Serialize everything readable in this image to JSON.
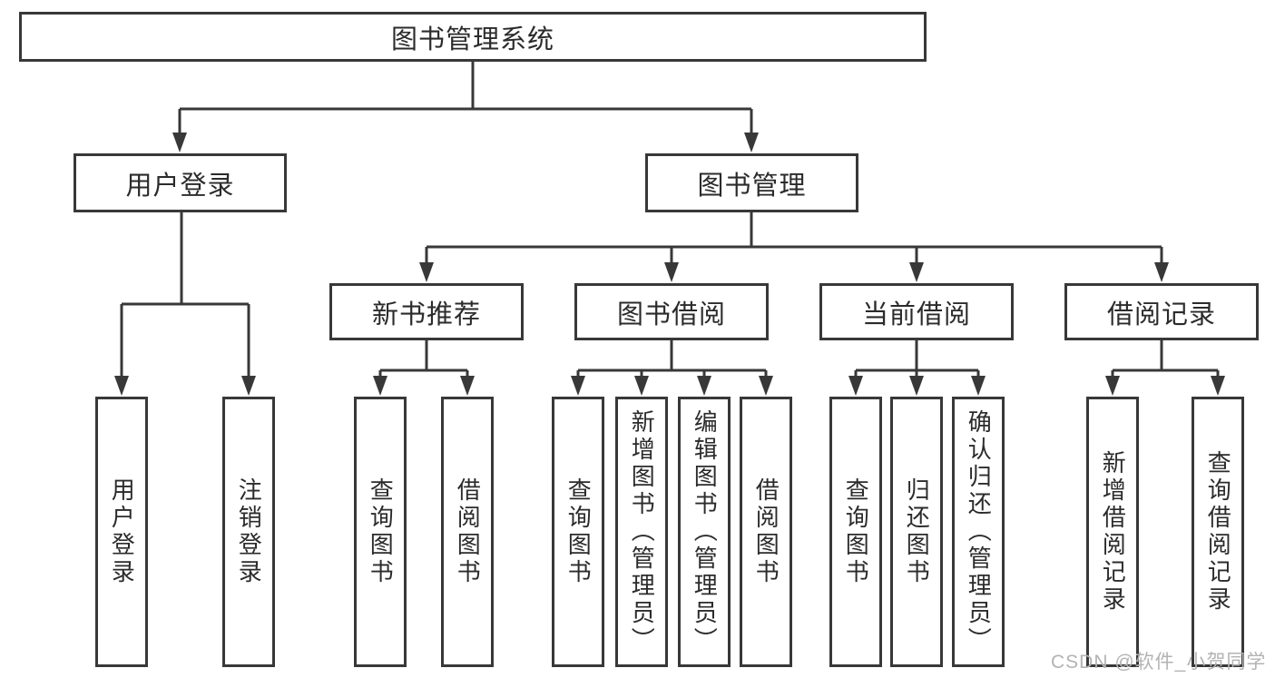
{
  "diagram": {
    "type": "hierarchy-tree",
    "colors": {
      "line": "#383838",
      "text": "#2b2b2b",
      "background": "#ffffff",
      "watermark": "#b3b3b3"
    },
    "tree": {
      "root": {
        "label": "图书管理系统"
      },
      "branches": [
        {
          "label": "用户登录",
          "children": [
            {
              "label": "用户登录"
            },
            {
              "label": "注销登录"
            }
          ]
        },
        {
          "label": "图书管理",
          "children": [
            {
              "label": "新书推荐",
              "children": [
                {
                  "label": "查询图书"
                },
                {
                  "label": "借阅图书"
                }
              ]
            },
            {
              "label": "图书借阅",
              "children": [
                {
                  "label": "查询图书"
                },
                {
                  "label": "新增图书（管理员）"
                },
                {
                  "label": "编辑图书（管理员）"
                },
                {
                  "label": "借阅图书"
                }
              ]
            },
            {
              "label": "当前借阅",
              "children": [
                {
                  "label": "查询图书"
                },
                {
                  "label": "归还图书"
                },
                {
                  "label": "确认归还（管理员）"
                }
              ]
            },
            {
              "label": "借阅记录",
              "children": [
                {
                  "label": "新增借阅记录"
                },
                {
                  "label": "查询借阅记录"
                }
              ]
            }
          ]
        }
      ]
    }
  },
  "watermark": {
    "text": "CSDN @软件_小贺同学"
  }
}
